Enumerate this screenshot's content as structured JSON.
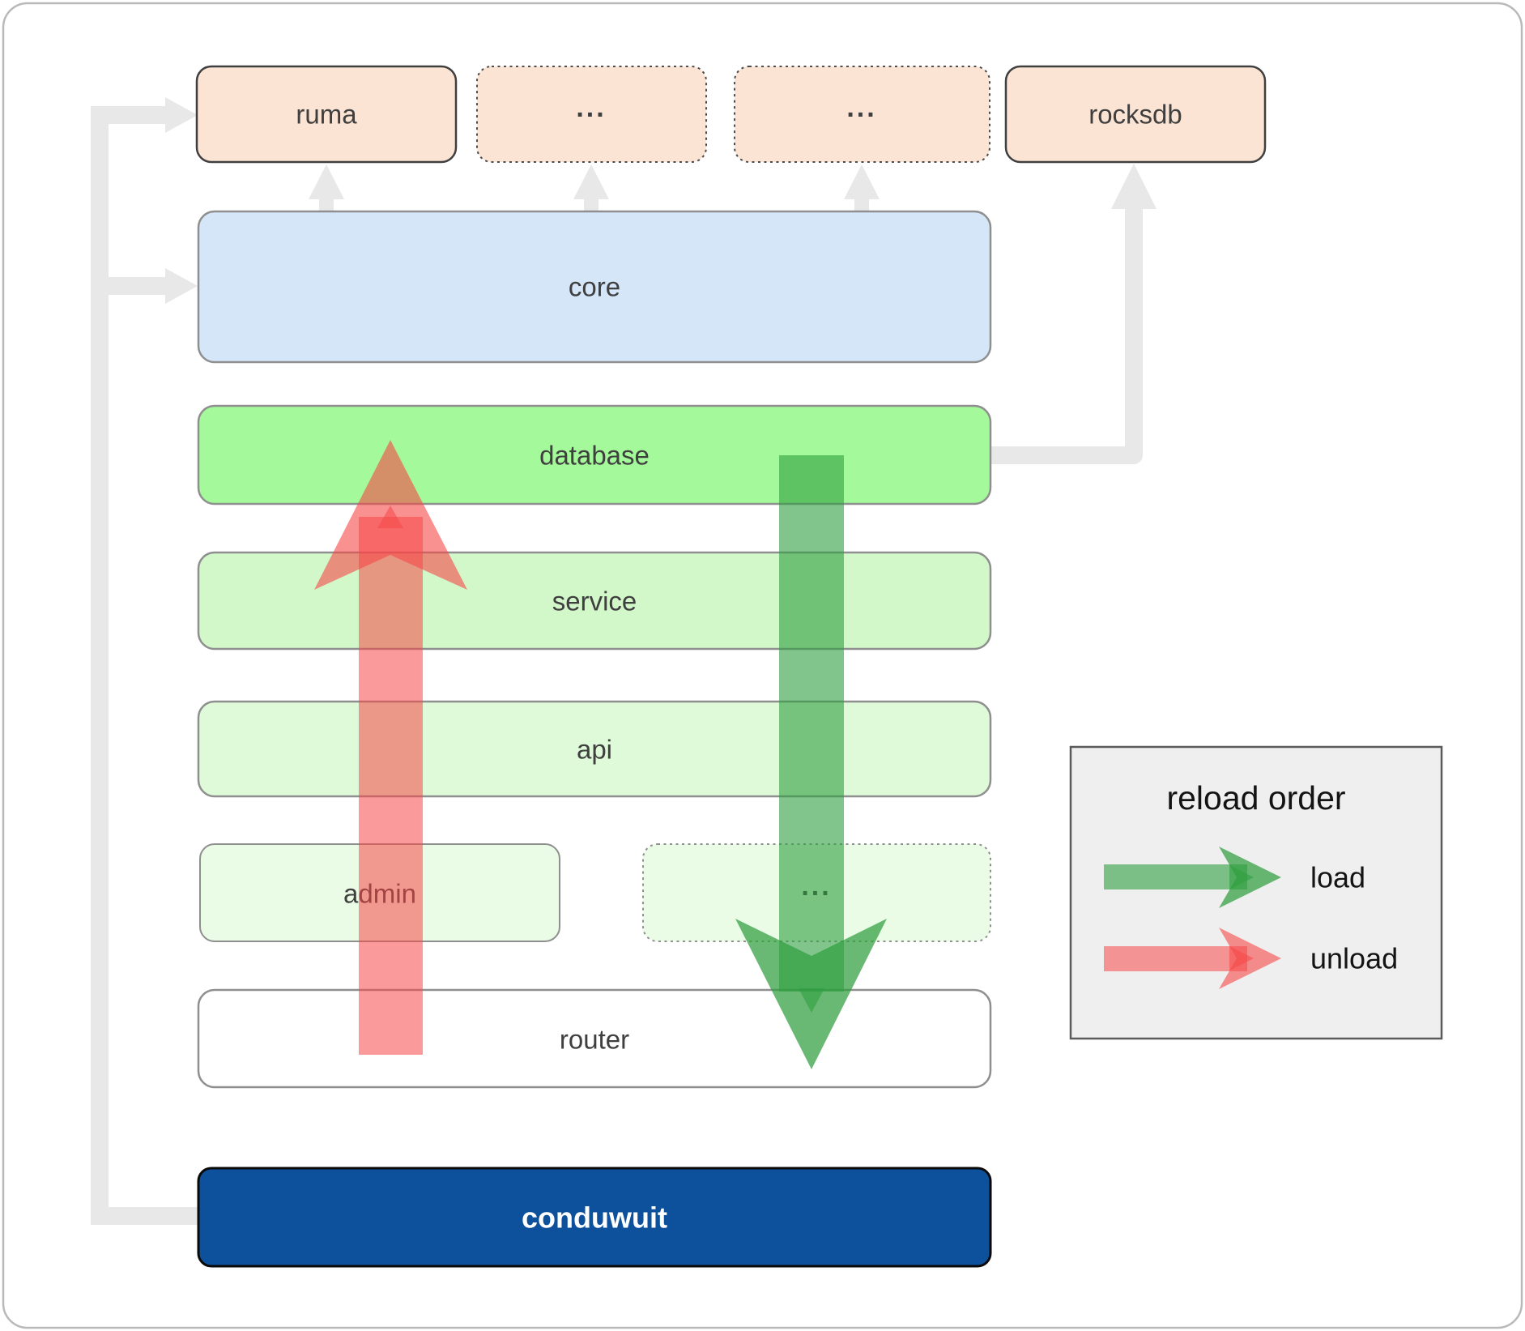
{
  "nodes": {
    "ruma": {
      "label": "ruma"
    },
    "etc_top_1": {
      "label": "..."
    },
    "etc_top_2": {
      "label": "..."
    },
    "rocksdb": {
      "label": "rocksdb"
    },
    "core": {
      "label": "core"
    },
    "database": {
      "label": "database"
    },
    "service": {
      "label": "service"
    },
    "api": {
      "label": "api"
    },
    "admin": {
      "label": "admin"
    },
    "etc_admin": {
      "label": "..."
    },
    "router": {
      "label": "router"
    },
    "conduwuit": {
      "label": "conduwuit"
    }
  },
  "legend": {
    "title": "reload order",
    "load_label": "load",
    "unload_label": "unload"
  },
  "colors": {
    "load_green": "#2f9e3f",
    "unload_red": "#f64747",
    "conduwuit_blue": "#0d509c",
    "database_green": "#a4fa9a",
    "core_blue": "#d5e6f9",
    "service_green": "#d2f8ca",
    "api_green": "#dffad8",
    "admin_green": "#eafce5",
    "node_peach": "#fce4d4",
    "connector_gray": "#e8e8e8",
    "legend_bg": "#efefef"
  }
}
